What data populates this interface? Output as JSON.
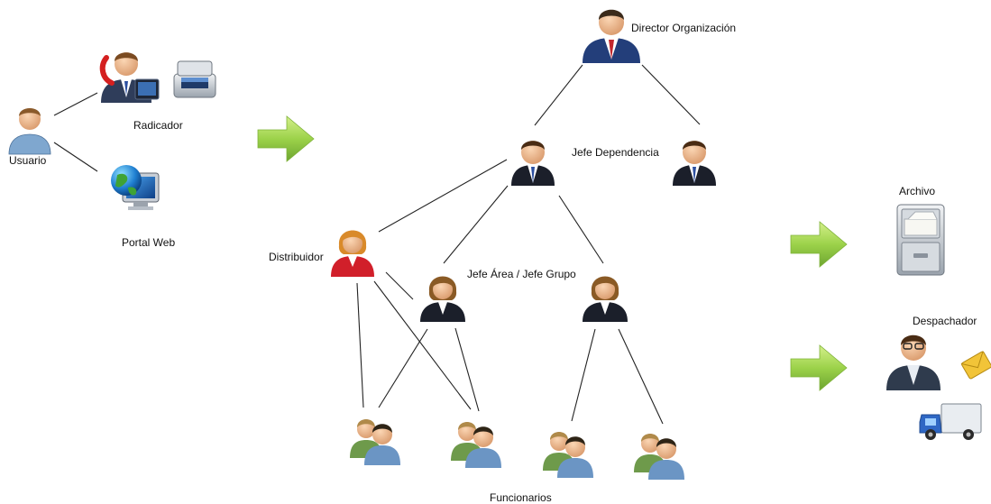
{
  "labels": {
    "usuario": "Usuario",
    "radicador": "Radicador",
    "portal_web": "Portal Web",
    "director": "Director Organización",
    "jefe_dependencia": "Jefe Dependencia",
    "distribuidor": "Distribuidor",
    "jefe_area": "Jefe Área / Jefe Grupo",
    "funcionarios": "Funcionarios",
    "archivo": "Archivo",
    "despachador": "Despachador"
  },
  "icons": {
    "man": "businessman-icon",
    "woman": "businesswoman-icon",
    "group": "users-group-icon",
    "arrow": "green-arrow-icon"
  },
  "colors": {
    "arrow_green": "#8cc63f",
    "distributor_red": "#d11f2a",
    "suit_dark": "#1b1f2a",
    "director_suit": "#233e7a",
    "group_green": "#6e9a4b",
    "group_blue": "#6b95c4"
  }
}
